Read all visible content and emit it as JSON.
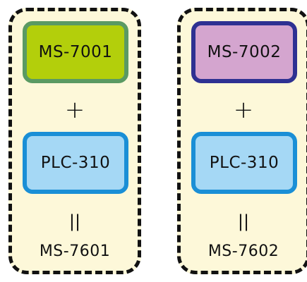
{
  "groups": [
    {
      "top_box": {
        "label": "MS-7001",
        "fill": "#b3cf0b",
        "border": "#5a9a63"
      },
      "operator": "+",
      "bottom_box": {
        "label": "PLC-310",
        "fill": "#a5d8f5",
        "border": "#1a8fd6"
      },
      "equals": "||",
      "result": "MS-7601"
    },
    {
      "top_box": {
        "label": "MS-7002",
        "fill": "#d4a5cf",
        "border": "#2e3192"
      },
      "operator": "+",
      "bottom_box": {
        "label": "PLC-310",
        "fill": "#a5d8f5",
        "border": "#1a8fd6"
      },
      "equals": "||",
      "result": "MS-7602"
    }
  ]
}
